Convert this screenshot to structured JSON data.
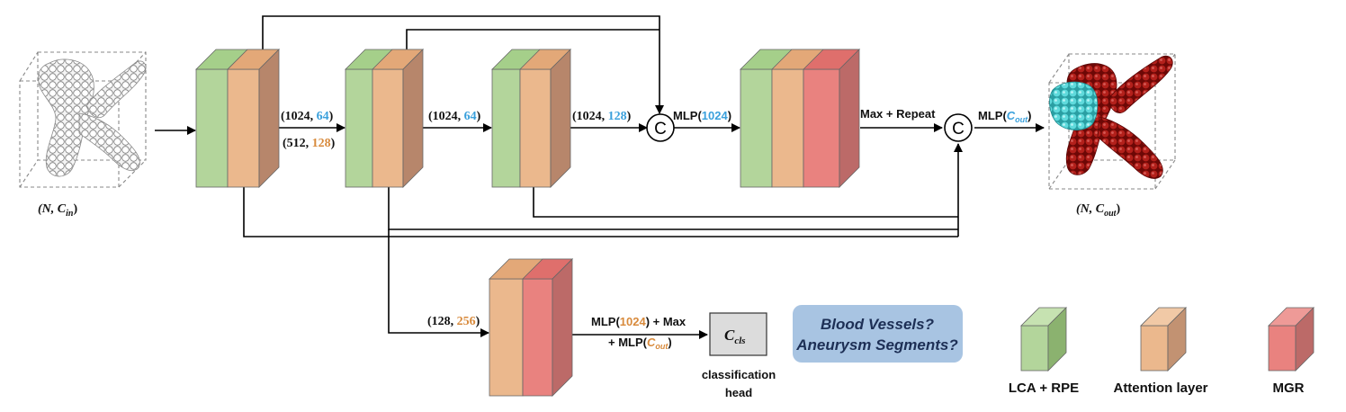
{
  "input": {
    "label_main": "(N, C",
    "label_sub": "in",
    "label_end": ")"
  },
  "output": {
    "label_main": "(N, C",
    "label_sub": "out",
    "label_end": ")"
  },
  "edge_labels": {
    "e1_top": {
      "a": "(1024, ",
      "b": "64",
      "c": ")"
    },
    "e1_bot": {
      "a": "(512, ",
      "b": "128",
      "c": ")"
    },
    "e2": {
      "a": "(1024, ",
      "b": "64",
      "c": ")"
    },
    "e3": {
      "a": "(1024, ",
      "b": "128",
      "c": ")"
    },
    "mlp1": {
      "a": "MLP(",
      "b": "1024",
      "c": ")"
    },
    "maxrep": "Max + Repeat",
    "mlp_out": {
      "a": "MLP(",
      "b": "C",
      "sub": "out",
      "c": ")"
    },
    "branch": {
      "a": "(128, ",
      "b": "256",
      "c": ")"
    },
    "mlp_cls_1": {
      "a": "MLP(",
      "b": "1024",
      "c": ") + Max"
    },
    "mlp_cls_2": {
      "a": "+ MLP(",
      "b": "C",
      "sub": "out",
      "c": ")"
    }
  },
  "concat_symbol": "C",
  "cls_box": {
    "main": "C",
    "sub": "cls"
  },
  "cls_caption": [
    "classification",
    "head"
  ],
  "question": [
    "Blood Vessels?",
    "Aneurysm Segments?"
  ],
  "legend": [
    {
      "label": "LCA + RPE",
      "color": "#b3d59b"
    },
    {
      "label": "Attention layer",
      "color": "#ebb88d"
    },
    {
      "label": "MGR",
      "color": "#e9827f"
    }
  ],
  "colors": {
    "green": "#b3d59b",
    "orange": "#ebb88d",
    "red": "#e9827f",
    "question_box": "#a8c4e2",
    "cyan_points": "#57d5d8",
    "red_points": "#a51512"
  }
}
